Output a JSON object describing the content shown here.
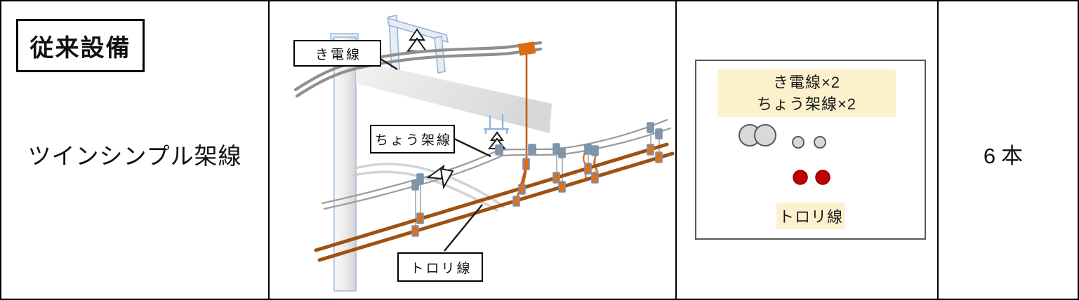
{
  "row": {
    "category_label": "従来設備",
    "system_name": "ツインシンプル架線",
    "wire_count": "6本"
  },
  "diagram": {
    "feeder_label": "き電線",
    "messenger_label": "ちょう架線",
    "trolley_label": "トロリ線"
  },
  "cross_section": {
    "header_line1": "き電線×2",
    "header_line2": "ちょう架線×2",
    "footer_label": "トロリ線"
  },
  "colors": {
    "trolley_wire": "#9e5110",
    "feeder_gray": "#8f8f8f",
    "messenger_gray": "#9a9a9a",
    "faded_wire": "#cccccc",
    "clamp_gray": "#8a939c",
    "clamp_orange": "#dd7118",
    "clamp_border": "#6b96c8",
    "dropper_orange": "#c55a11",
    "structure_blue": "#8eb4e3",
    "pole_fill": "#e9e9e9",
    "banner_cream": "#fdf1cd",
    "circle_gray": "#d9d9d9",
    "circle_gray_border": "#595959",
    "circle_red": "#c00000",
    "circle_red_border": "#8e0000",
    "table_border": "#000000",
    "box_border": "#595959"
  }
}
